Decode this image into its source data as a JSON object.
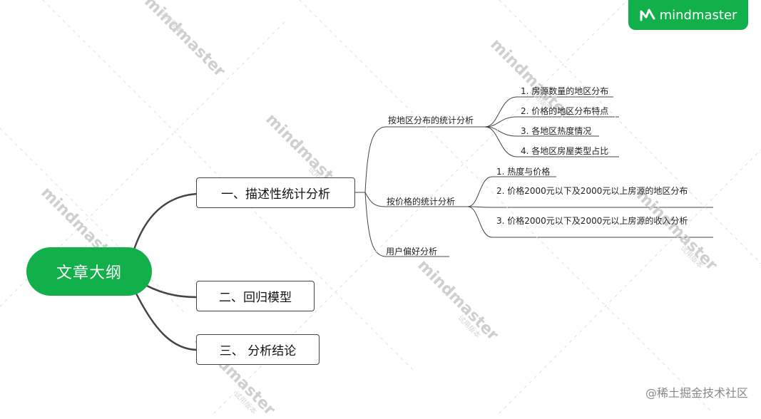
{
  "brand": {
    "logo_text": "mindmaster"
  },
  "watermark": {
    "text": "mindmaster",
    "sub": "试用版本"
  },
  "root": {
    "label": "文章大纲"
  },
  "topics": {
    "t1": "一、描述性统计分析",
    "t2": "二、回归模型",
    "t3": "三、 分析结论"
  },
  "subtopics": {
    "s1": "按地区分布的统计分析",
    "s2": "按价格的统计分析",
    "s3": "用户偏好分析"
  },
  "leaves": {
    "region": [
      "1. 房源数量的地区分布",
      "2. 价格的地区分布特点",
      "3. 各地区热度情况",
      "4. 各地区房屋类型占比"
    ],
    "price": [
      "1. 热度与价格",
      "2. 价格2000元以下及2000元以上房源的地区分布",
      "3. 价格2000元以下及2000元以上房源的收入分析"
    ]
  },
  "footer": {
    "text": "@稀土掘金技术社区"
  },
  "colors": {
    "brand": "#12b04a",
    "line": "#444444",
    "watermark": "#cfcfcf"
  }
}
